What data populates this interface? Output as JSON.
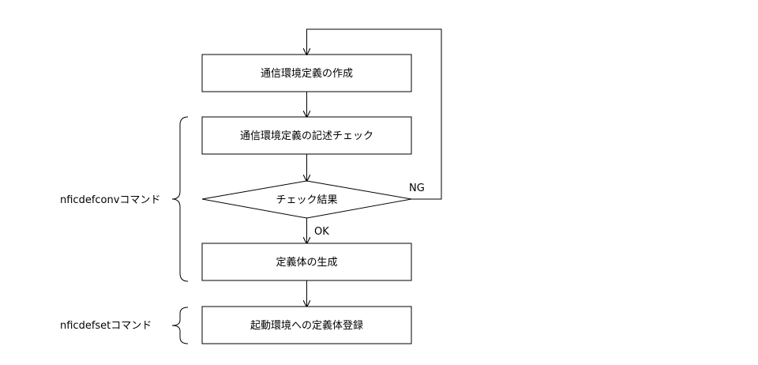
{
  "flowchart": {
    "steps": {
      "create": "通信環境定義の作成",
      "check": "通信環境定義の記述チェック",
      "decision": "チェック結果",
      "generate": "定義体の生成",
      "register": "起動環境への定義体登録"
    },
    "edges": {
      "ng": "NG",
      "ok": "OK"
    },
    "brackets": {
      "conv": "nficdefconvコマンド",
      "set": "nficdefsetコマンド"
    }
  }
}
